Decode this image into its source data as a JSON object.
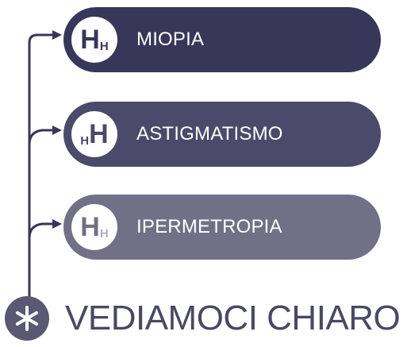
{
  "items": [
    {
      "label": "MIOPIA",
      "icon": {
        "big": "H",
        "small": "H",
        "order": "big-small"
      },
      "color": "#38375a"
    },
    {
      "label": "ASTIGMATISMO",
      "icon": {
        "big": "H",
        "small": "H",
        "order": "small-big"
      },
      "color": "#4b4a6a"
    },
    {
      "label": "IPERMETROPIA",
      "icon": {
        "big": "H",
        "small": "H",
        "order": "big-small"
      },
      "color": "#727086"
    }
  ],
  "brand": {
    "title": "VEDIAMOCI CHIARO",
    "icon": "asterisk-icon",
    "color": "#5a5873"
  }
}
